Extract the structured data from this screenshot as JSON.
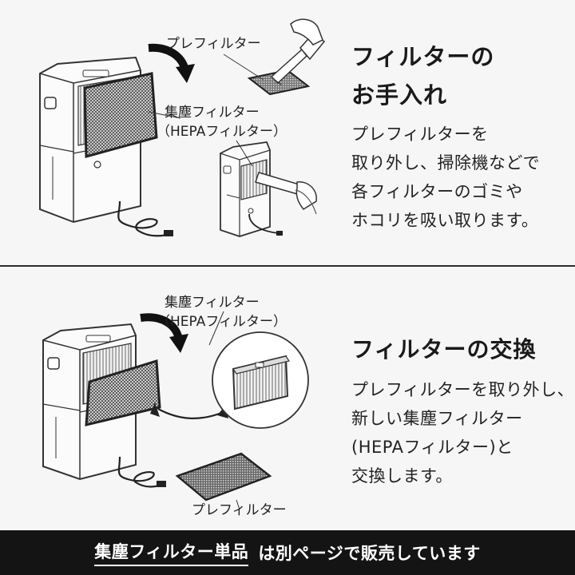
{
  "top": {
    "heading_line1": "フィルターの",
    "heading_line2": "お手入れ",
    "body_lines": [
      "プレフィルターを",
      "取り外し、掃除機などで",
      "各フィルターのゴミや",
      "ホコリを吸い取ります。"
    ],
    "label_prefilter": "プレフィルター",
    "label_hepa_line1": "集塵フィルター",
    "label_hepa_line2": "（HEPAフィルター）"
  },
  "bottom": {
    "heading": "フィルターの交換",
    "body_lines": [
      "プレフィルターを取り外し、",
      "新しい集塵フィルター",
      "(HEPAフィルター)と",
      "交換します。"
    ],
    "label_hepa_line1": "集塵フィルター",
    "label_hepa_line2": "（HEPAフィルター）",
    "label_prefilter": "プレフィルター"
  },
  "footer": {
    "highlight": "集塵フィルター単品",
    "rest": "は別ページで販売しています"
  },
  "colors": {
    "footer_bg": "#141414",
    "divider": "#2c2c2c",
    "background": "#f6f6f6"
  }
}
